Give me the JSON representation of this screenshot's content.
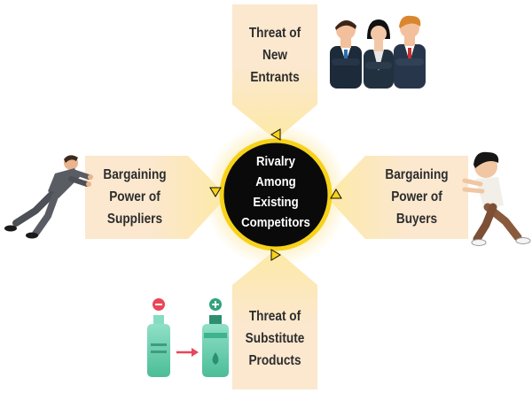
{
  "diagram": {
    "center": {
      "label": "Rivalry\nAmong\nExisting\nCompetitors"
    },
    "forces": {
      "top": {
        "label": "Threat of\nNew\nEntrants"
      },
      "left": {
        "label": "Bargaining\nPower of\nSuppliers"
      },
      "right": {
        "label": "Bargaining\nPower of\nBuyers"
      },
      "bottom": {
        "label": "Threat of\nSubstitute\nProducts"
      }
    }
  },
  "colors": {
    "panel": "#fbe8cf",
    "glow": "#fde9a6",
    "ring": "#f7d21a",
    "center_fill": "#0a0a0a",
    "center_text": "#ffffff",
    "label_text": "#2d2d2d",
    "bottle_green": "#5fc9a7",
    "minus_badge": "#e8475a",
    "plus_badge": "#2fa37c"
  },
  "icons": {
    "top": "businesspeople-group-icon",
    "left": "man-pushing-icon",
    "right": "boy-pushing-icon",
    "bottom": "bottle-substitution-icon"
  }
}
